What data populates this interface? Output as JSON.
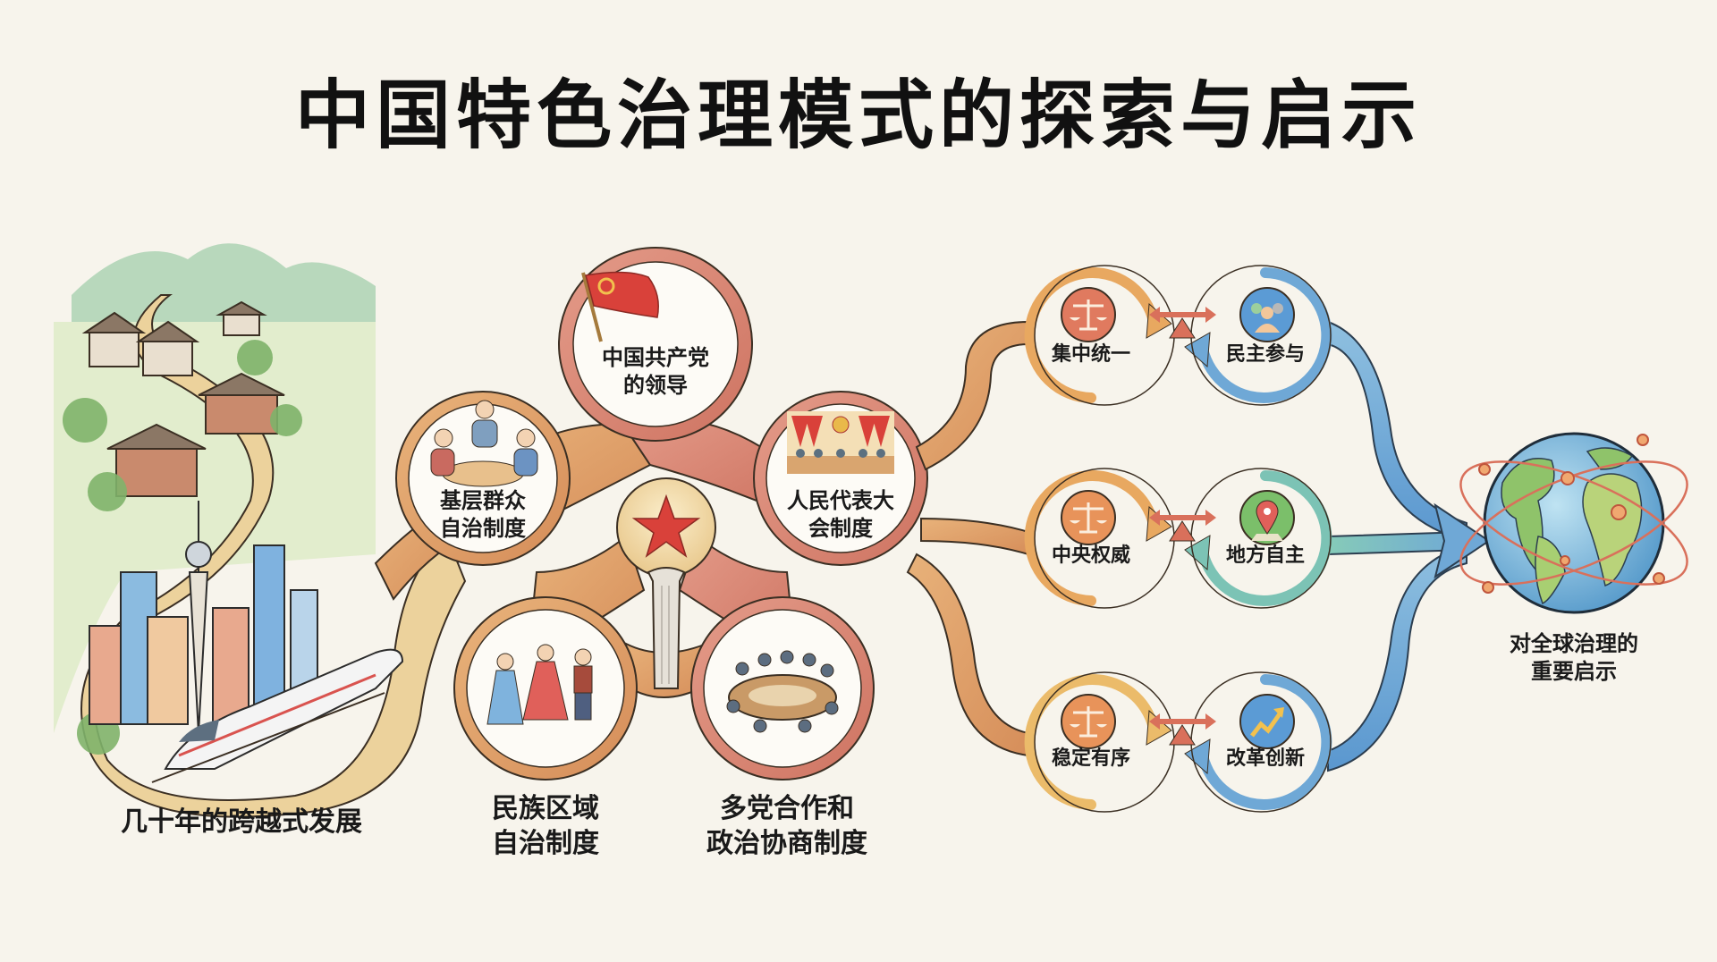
{
  "title": "中国特色治理模式的探索与启示",
  "development": {
    "label": "几十年的跨越式发展",
    "scene": [
      "mountains",
      "rural-village",
      "winding-road",
      "city-skyline",
      "tv-tower",
      "high-speed-train"
    ]
  },
  "core_system": {
    "center_icon": "red-star-on-pillar",
    "nodes": [
      {
        "id": "party-leadership",
        "line1": "中国共产党",
        "line2": "的领导",
        "icon": "party-flag-icon",
        "color": "#d77a6b"
      },
      {
        "id": "grassroots",
        "line1": "基层群众",
        "line2": "自治制度",
        "icon": "meeting-people-icon",
        "color": "#d99a5c"
      },
      {
        "id": "npc",
        "line1": "人民代表大",
        "line2": "会制度",
        "icon": "assembly-hall-icon",
        "color": "#d77a6b"
      },
      {
        "id": "ethnic-autonomy",
        "line1": "民族区域",
        "line2": "自治制度",
        "icon": "dancers-icon",
        "color": "#d99a5c"
      },
      {
        "id": "cppcc",
        "line1": "多党合作和",
        "line2": "政治协商制度",
        "icon": "round-table-icon",
        "color": "#d77a6b"
      }
    ]
  },
  "balances": [
    {
      "left": "集中统一",
      "left_icon": "scales-icon",
      "left_color": "#e07a5f",
      "right": "民主参与",
      "right_icon": "people-group-icon",
      "right_color": "#5b9bd5"
    },
    {
      "left": "中央权威",
      "left_icon": "scales-icon",
      "left_color": "#e8935a",
      "right": "地方自主",
      "right_icon": "map-pin-icon",
      "right_color": "#7bbf6a"
    },
    {
      "left": "稳定有序",
      "left_icon": "scales-icon",
      "left_color": "#e8935a",
      "right": "改革创新",
      "right_icon": "trend-up-icon",
      "right_color": "#5b9bd5"
    }
  ],
  "global": {
    "line1": "对全球治理的",
    "line2": "重要启示",
    "icon": "globe-icon"
  },
  "colors": {
    "background": "#f7f4ec",
    "warm_branch": "#e0a868",
    "red_branch": "#d9826f",
    "cool_arrow": "#6fa8d6",
    "teal_arrow": "#7cc3b5",
    "text": "#1a1a1a"
  }
}
